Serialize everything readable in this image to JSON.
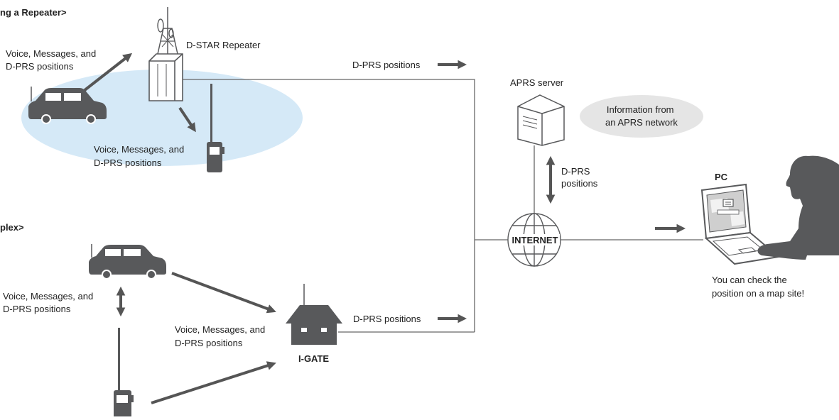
{
  "headings": {
    "repeater": "ng a Repeater>",
    "simplex": "plex>"
  },
  "labels": {
    "repeater_uplink": [
      "Voice, Messages, and",
      "D-PRS positions"
    ],
    "dstar_repeater": "D-STAR Repeater",
    "repeater_downlink": [
      "Voice, Messages, and",
      "D-PRS positions"
    ],
    "dprs_top": "D-PRS positions",
    "aprs_server": "APRS server",
    "aprs_info": [
      "Information from",
      "an APRS network"
    ],
    "dprs_vertical": [
      "D-PRS",
      "positions"
    ],
    "internet": "INTERNET",
    "pc": "PC",
    "pc_caption": [
      "You can check the",
      "position on a map site!"
    ],
    "simplex_left": [
      "Voice, Messages, and",
      "D-PRS positions"
    ],
    "simplex_mid": [
      "Voice, Messages, and",
      "D-PRS positions"
    ],
    "dprs_bottom": "D-PRS positions",
    "igate": "I-GATE"
  },
  "colors": {
    "icon": "#58595b",
    "line": "#666666",
    "arrow": "#555555",
    "coverage": "#d5e9f7",
    "bubble": "#e5e5e5",
    "text": "#222222"
  },
  "icons": [
    "car-icon",
    "tower-icon",
    "handheld-radio-icon",
    "server-icon",
    "globe-icon",
    "house-icon",
    "laptop-icon",
    "person-icon"
  ]
}
